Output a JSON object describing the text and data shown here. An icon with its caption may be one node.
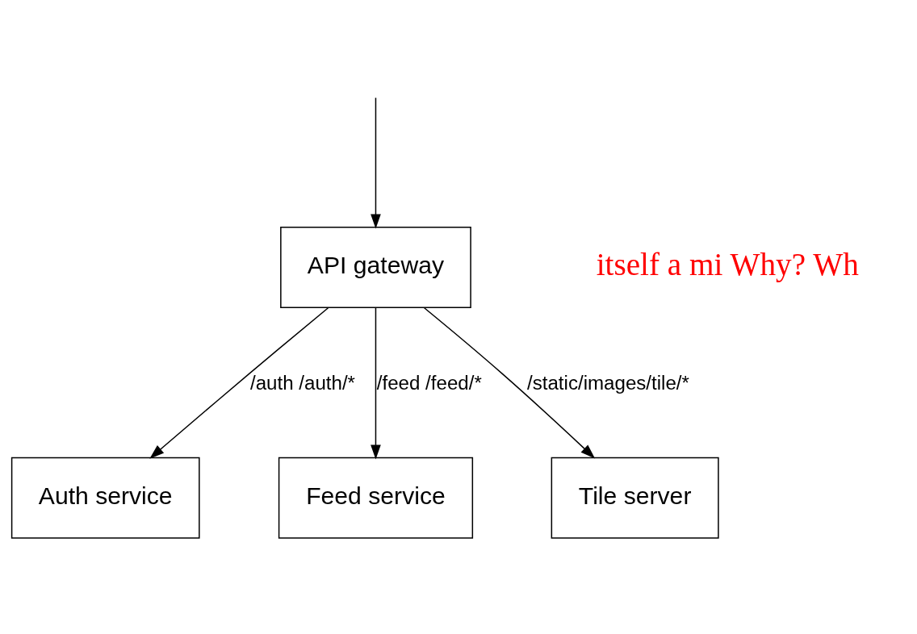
{
  "diagram": {
    "nodes": [
      {
        "text": [
          "API gateway"
        ]
      },
      {
        "text": [
          "Auth service"
        ]
      },
      {
        "text": [
          "Feed service"
        ]
      },
      {
        "text": [
          "Tile server"
        ]
      }
    ],
    "edges": [
      {
        "from": null,
        "to": 0,
        "arrow": "to"
      },
      {
        "from": 0,
        "to": 1,
        "arrow": "to",
        "label": "/auth /auth/*"
      },
      {
        "from": 0,
        "to": 2,
        "arrow": "to",
        "label": "/feed /feed/*"
      },
      {
        "from": 0,
        "to": 3,
        "arrow": "to",
        "label": "/static/images/tile/*"
      }
    ],
    "labels": [
      "itself a mi Why? Wh"
    ]
  }
}
